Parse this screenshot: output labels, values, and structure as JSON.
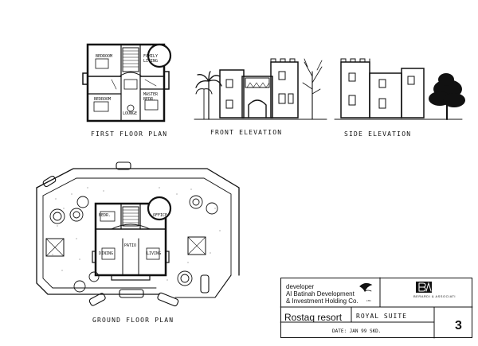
{
  "drawing": {
    "labels": {
      "first_floor_plan": "FIRST FLOOR PLAN",
      "front_elevation": "FRONT ELEVATION",
      "side_elevation": "SIDE ELEVATION",
      "ground_floor_plan": "GROUND FLOOR PLAN"
    },
    "first_floor_rooms": {
      "bedroom_1": "BEDROOM",
      "family_living": "FAMILY LIVING",
      "bedroom_2": "BEDROOM",
      "master_bedr": "MASTER BEDR.",
      "lounge": "LOUNGE"
    },
    "ground_floor_rooms": {
      "bedr": "BEDR.",
      "office": "OFFICE",
      "dining": "DINING",
      "living": "LIVING",
      "patio": "PATIO"
    }
  },
  "title_block": {
    "developer_label": "developer",
    "developer_line1": "Al Batinah Development",
    "developer_line2": "& Investment Holding Co.",
    "developer_ltd": "LTD.",
    "firm_name": "BERARDI & ASSOCIATI",
    "project": "Rostaq resort",
    "suite": "ROYAL SUITE",
    "date": "DATE: JAN 99  SKD.",
    "sheet_number": "3"
  },
  "colors": {
    "ink": "#111111",
    "paper": "#ffffff"
  }
}
